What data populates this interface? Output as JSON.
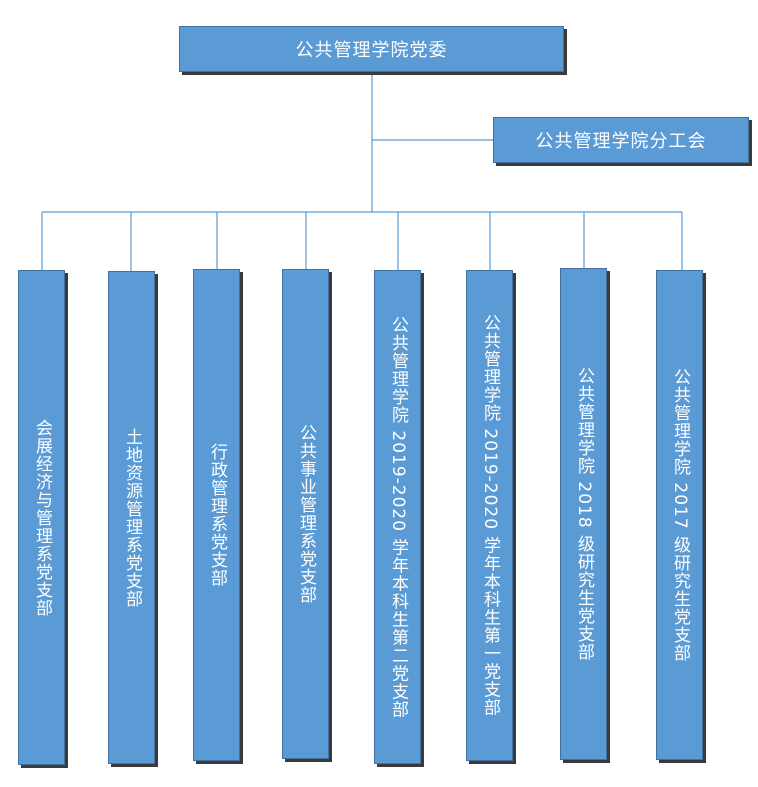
{
  "org_chart": {
    "top": {
      "label": "公共管理学院党委"
    },
    "side": {
      "label": "公共管理学院分工会"
    },
    "branches": [
      {
        "label": "会展经济与管理系党支部"
      },
      {
        "label": "土地资源管理系党支部"
      },
      {
        "label": "行政管理系党支部"
      },
      {
        "label": "公共事业管理系党支部"
      },
      {
        "label": "公共管理学院 2019-2020 学年本科生第二党支部"
      },
      {
        "label": "公共管理学院 2019-2020 学年本科生第一党支部"
      },
      {
        "label": "公共管理学院 2018 级研究生党支部"
      },
      {
        "label": "公共管理学院 2017 级研究生党支部"
      }
    ]
  },
  "colors": {
    "box_fill": "#5b9bd5",
    "box_border": "#41719c",
    "connector": "#5b9bd5",
    "text": "#ffffff"
  }
}
